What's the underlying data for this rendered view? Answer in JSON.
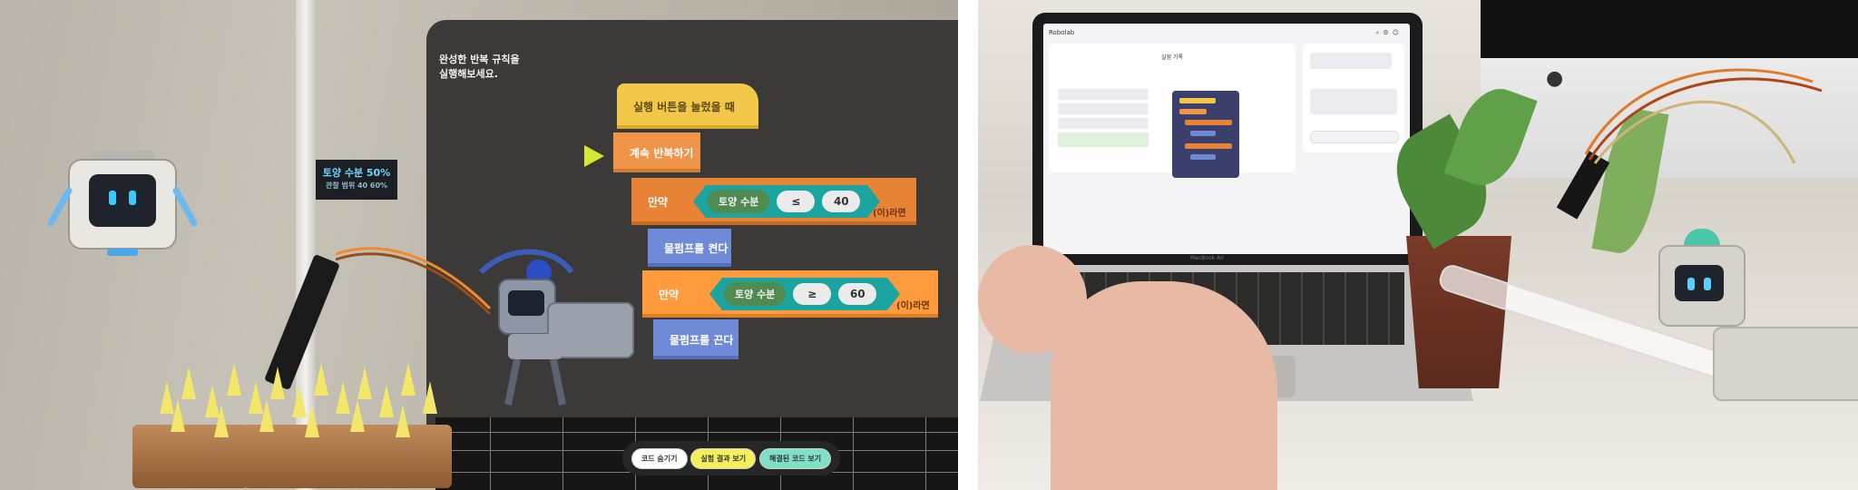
{
  "vr_scene": {
    "instruction": "완성한 반복 규칙을\n실행해보세요.",
    "sensor_label": {
      "title": "토양 수분 50%",
      "subtitle": "관찰 범위 40 60%"
    },
    "blocks": {
      "start": "실행 버튼을 눌렀을 때",
      "loop": "계속 반복하기",
      "if1": {
        "label": "만약",
        "sensor": "토양 수분",
        "operator": "≤",
        "value": "40",
        "suffix": "(이)라면"
      },
      "action1": "물펌프를 켠다",
      "if2": {
        "label": "만약",
        "sensor": "토양 수분",
        "operator": "≥",
        "value": "60",
        "suffix": "(이)라면"
      },
      "action2": "물펌프를 끈다"
    },
    "dock_buttons": [
      {
        "label": "코드 숨기기",
        "color": "#ffffff"
      },
      {
        "label": "실험 결과 보기",
        "color": "#f4ef5a"
      },
      {
        "label": "해결된 코드 보기",
        "color": "#7fe0c8"
      }
    ],
    "colors": {
      "block_yellow": "#f3c84a",
      "block_orange": "#f0944a",
      "block_blue": "#6f8bd8",
      "condition_teal": "#1ca5a0",
      "play_arrow": "#d8e636"
    }
  },
  "laptop_app": {
    "app_name": "Robolab",
    "page_title": "실험 기록",
    "brand": "MacBook Air"
  }
}
